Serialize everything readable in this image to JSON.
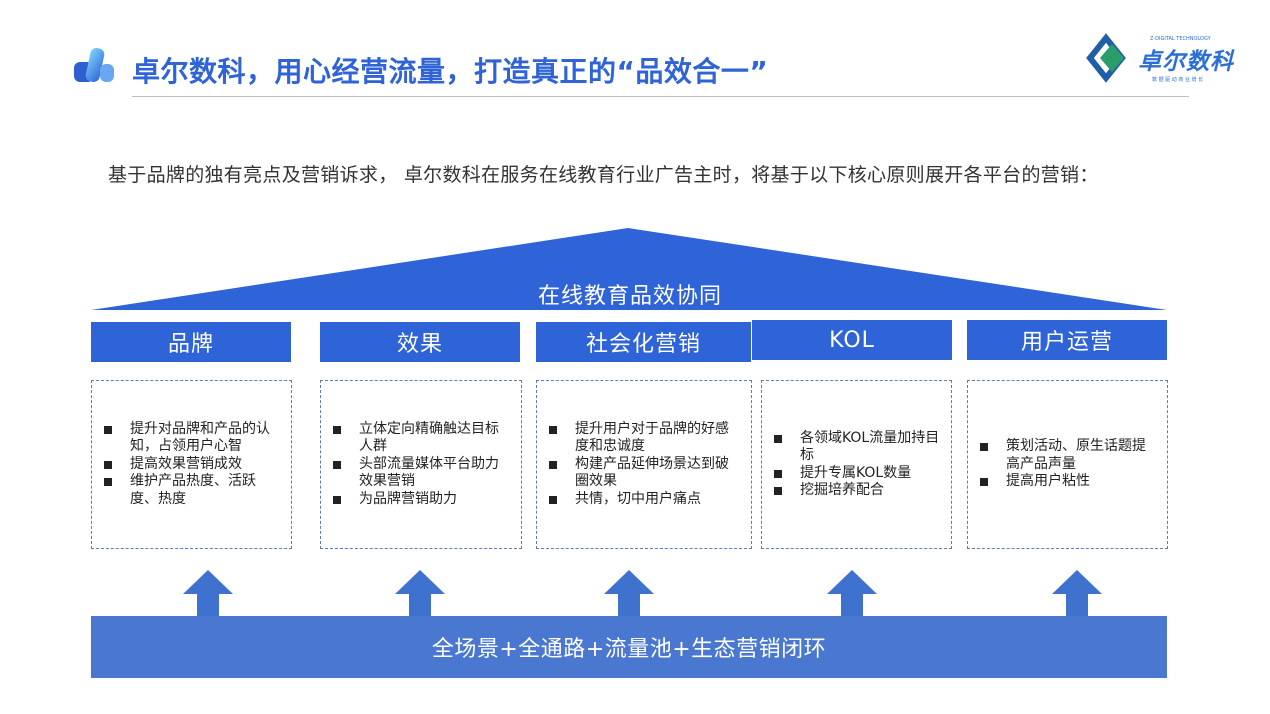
{
  "header": {
    "title": "卓尔数科，用心经营流量，打造真正的“品效合一”",
    "logo_text": "卓尔数科",
    "logo_icon": "zhuoer-logo-icon"
  },
  "intro": "基于品牌的独有亮点及营销诉求， 卓尔数科在服务在线教育行业广告主时，将基于以下核心原则展开各平台的营销：",
  "roof_label": "在线教育品效协同",
  "pillars": [
    {
      "title": "品牌",
      "items": [
        "提升对品牌和产品的认知，占领用户心智",
        "提高效果营销成效",
        "维护产品热度、活跃度、热度"
      ]
    },
    {
      "title": "效果",
      "items": [
        "立体定向精确触达目标人群",
        "头部流量媒体平台助力效果营销",
        "为品牌营销助力"
      ]
    },
    {
      "title": "社会化营销",
      "items": [
        "提升用户对于品牌的好感度和忠诚度",
        "构建产品延伸场景达到破圈效果",
        "共情，切中用户痛点"
      ]
    },
    {
      "title": "KOL",
      "items": [
        "各领域KOL流量加持目标",
        "提升专属KOL数量",
        "挖掘培养配合"
      ]
    },
    {
      "title": "用户运营",
      "items": [
        "策划活动、原生话题提高产品声量",
        "提高用户粘性"
      ]
    }
  ],
  "base_label": "全场景+全通路+流量池+生态营销闭环",
  "colors": {
    "primary": "#2f63d8",
    "base": "#4a78d0",
    "arrow": "#3f72cf"
  }
}
